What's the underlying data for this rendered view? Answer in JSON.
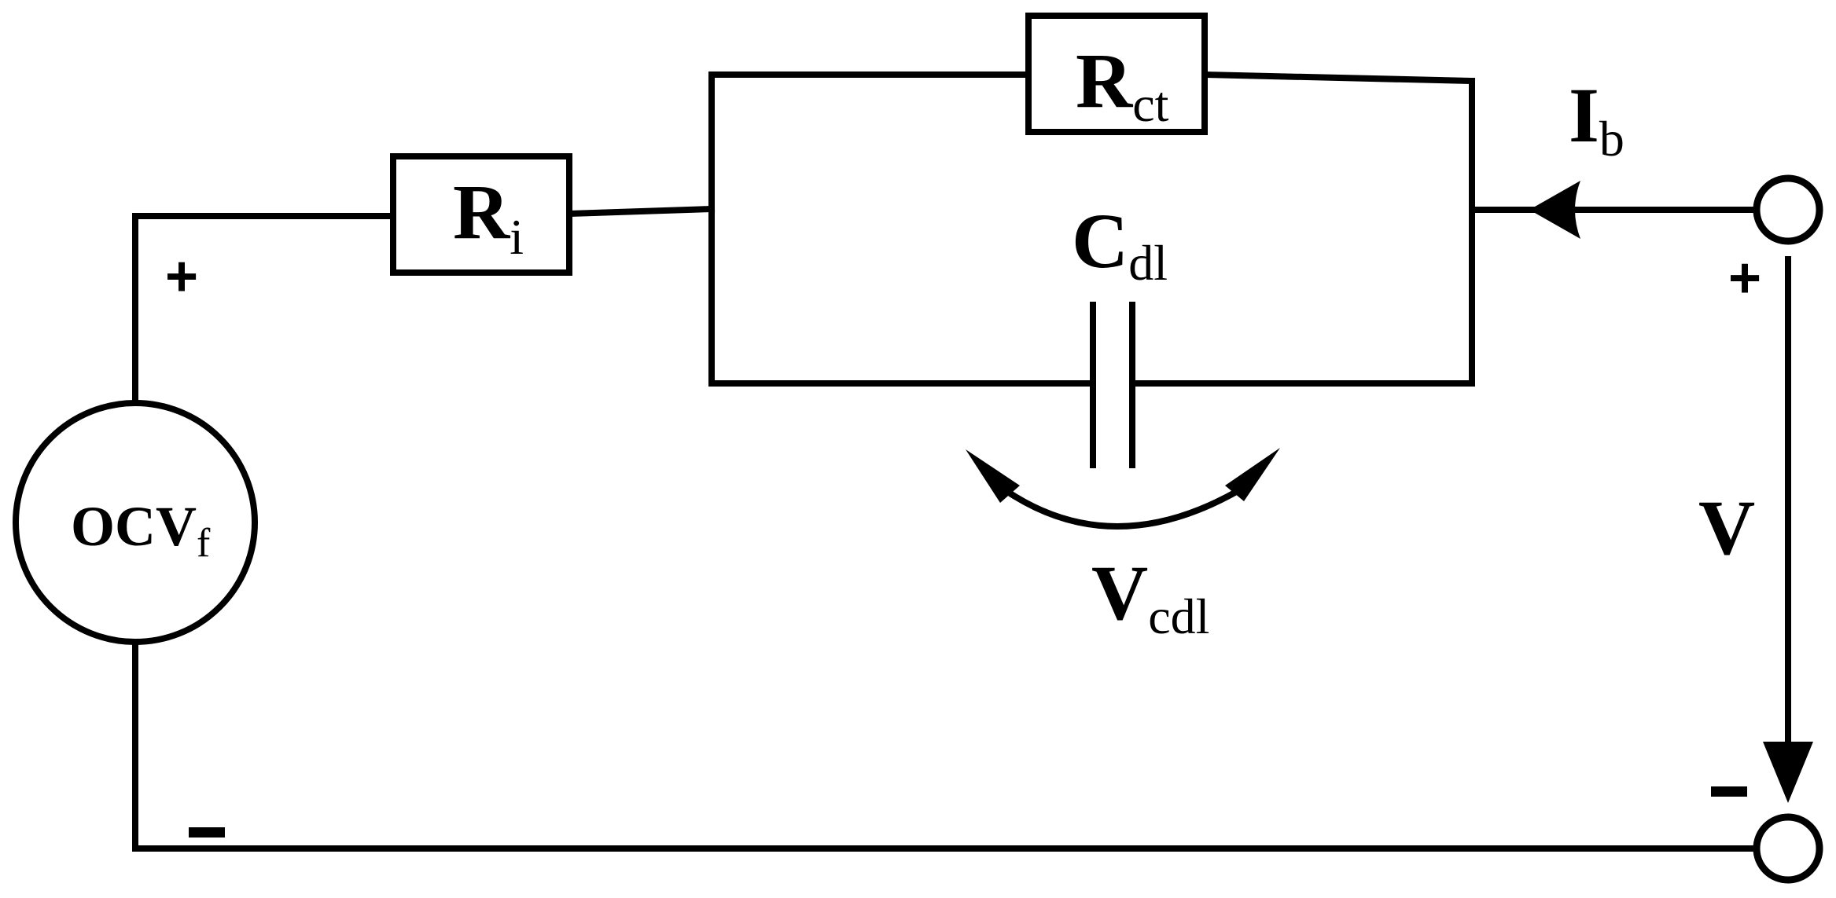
{
  "diagram": {
    "components": {
      "ri": {
        "symbol": "R",
        "subscript": "i"
      },
      "rct": {
        "symbol": "R",
        "subscript": "ct"
      },
      "cdl": {
        "symbol": "C",
        "subscript": "dl"
      },
      "ocv": {
        "symbol": "OCV",
        "subscript": "f"
      }
    },
    "signals": {
      "ib": {
        "symbol": "I",
        "subscript": "b"
      },
      "vcdl": {
        "symbol": "V",
        "subscript": "cdl"
      },
      "v": {
        "symbol": "V"
      }
    },
    "polarity": {
      "source_plus": "+",
      "source_minus": "-",
      "terminal_plus": "+",
      "terminal_minus": "-"
    }
  }
}
